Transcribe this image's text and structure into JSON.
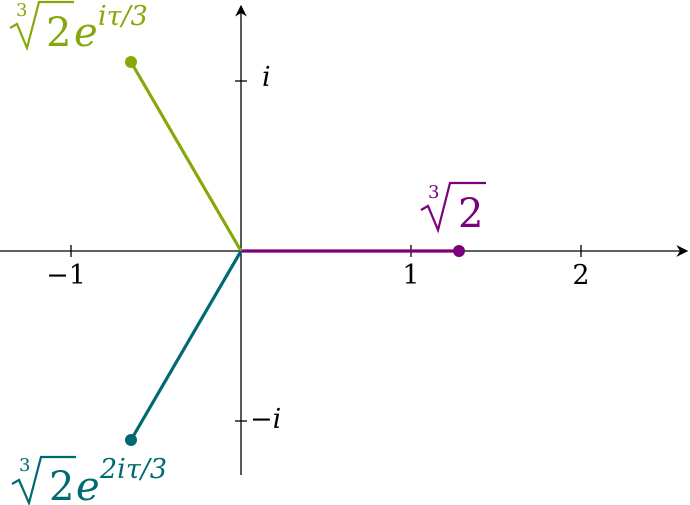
{
  "axes": {
    "x_ticks": [
      "−1",
      "1",
      "2"
    ],
    "y_ticks": [
      "i",
      "−i"
    ]
  },
  "roots": [
    {
      "id": "real",
      "radicand": "2",
      "index": "3",
      "exp_coef": "",
      "exp_label": "",
      "color": "#7b007b"
    },
    {
      "id": "upper",
      "radicand": "2",
      "index": "3",
      "base": "e",
      "exp_label": "iτ/3",
      "color": "#86a80a"
    },
    {
      "id": "lower",
      "radicand": "2",
      "index": "3",
      "base": "e",
      "exp_label": "2iτ/3",
      "color": "#006a72"
    }
  ],
  "geometry_note_values": {
    "magnitude": 1.26,
    "angles_deg": [
      0,
      120,
      240
    ]
  }
}
